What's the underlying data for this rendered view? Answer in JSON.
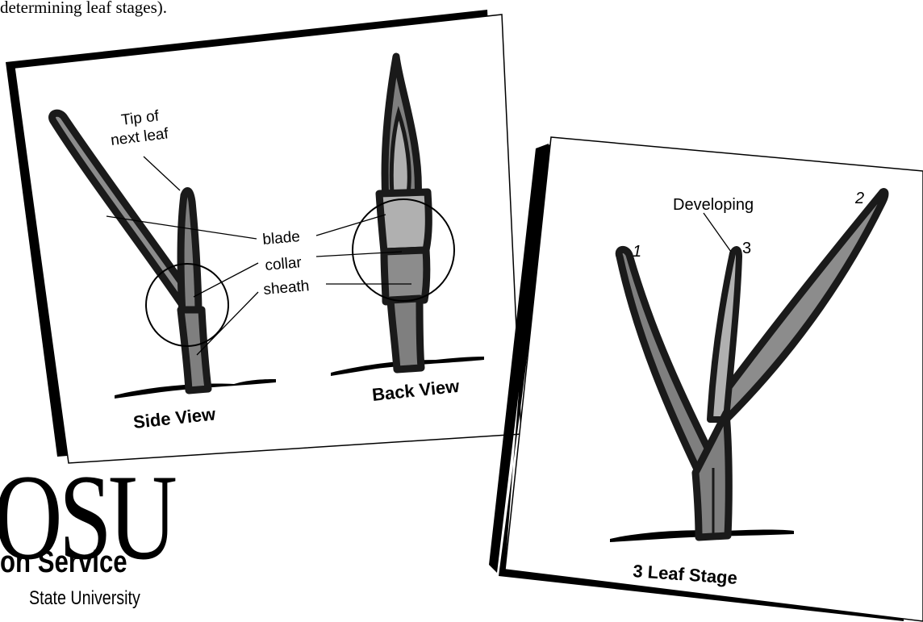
{
  "caption": "determining leaf stages).",
  "panel_left": {
    "tip_label_line1": "Tip of",
    "tip_label_line2": "next leaf",
    "blade": "blade",
    "collar": "collar",
    "sheath": "sheath",
    "side_view": "Side View",
    "back_view": "Back View"
  },
  "panel_right": {
    "developing": "Developing",
    "leaf1": "1",
    "leaf2": "2",
    "leaf3": "3",
    "stage": "3 Leaf Stage"
  },
  "logo": {
    "mark": "OSU",
    "line1": "on Service",
    "line2": "State University"
  },
  "colors": {
    "outline": "#1a1a1a",
    "leaf_dark": "#7f7f7f",
    "leaf_mid": "#8c8c8c",
    "leaf_light": "#b0b0b0"
  }
}
